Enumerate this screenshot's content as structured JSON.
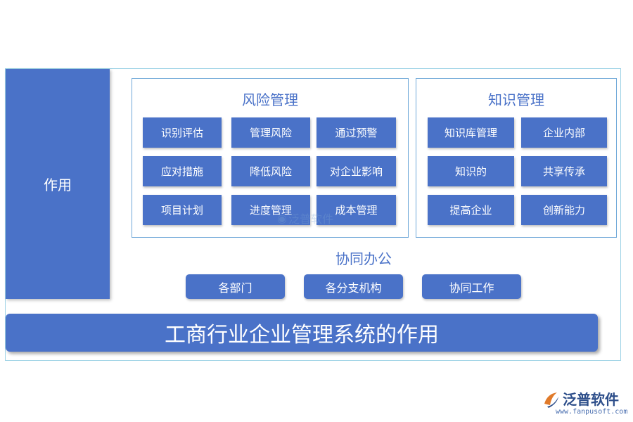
{
  "side_label": "作用",
  "risk": {
    "title": "风险管理",
    "cells": [
      "识别评估",
      "管理风险",
      "通过预警",
      "应对措施",
      "降低风险",
      "对企业影响",
      "项目计划",
      "进度管理",
      "成本管理"
    ]
  },
  "knowledge": {
    "title": "知识管理",
    "cells": [
      "知识库管理",
      "企业内部",
      "知识的",
      "共享传承",
      "提高企业",
      "创新能力"
    ]
  },
  "collab": {
    "title": "协同办公",
    "items": [
      "各部门",
      "各分支机构",
      "协同工作"
    ]
  },
  "banner": "工商行业企业管理系统的作用",
  "watermark": "泛普软件",
  "logo": {
    "name": "泛普软件",
    "url": "www.fanpusoft.com"
  },
  "colors": {
    "primary": "#4a72c8",
    "frame": "#9fd3e6",
    "panel_border": "#6fa8d8"
  }
}
